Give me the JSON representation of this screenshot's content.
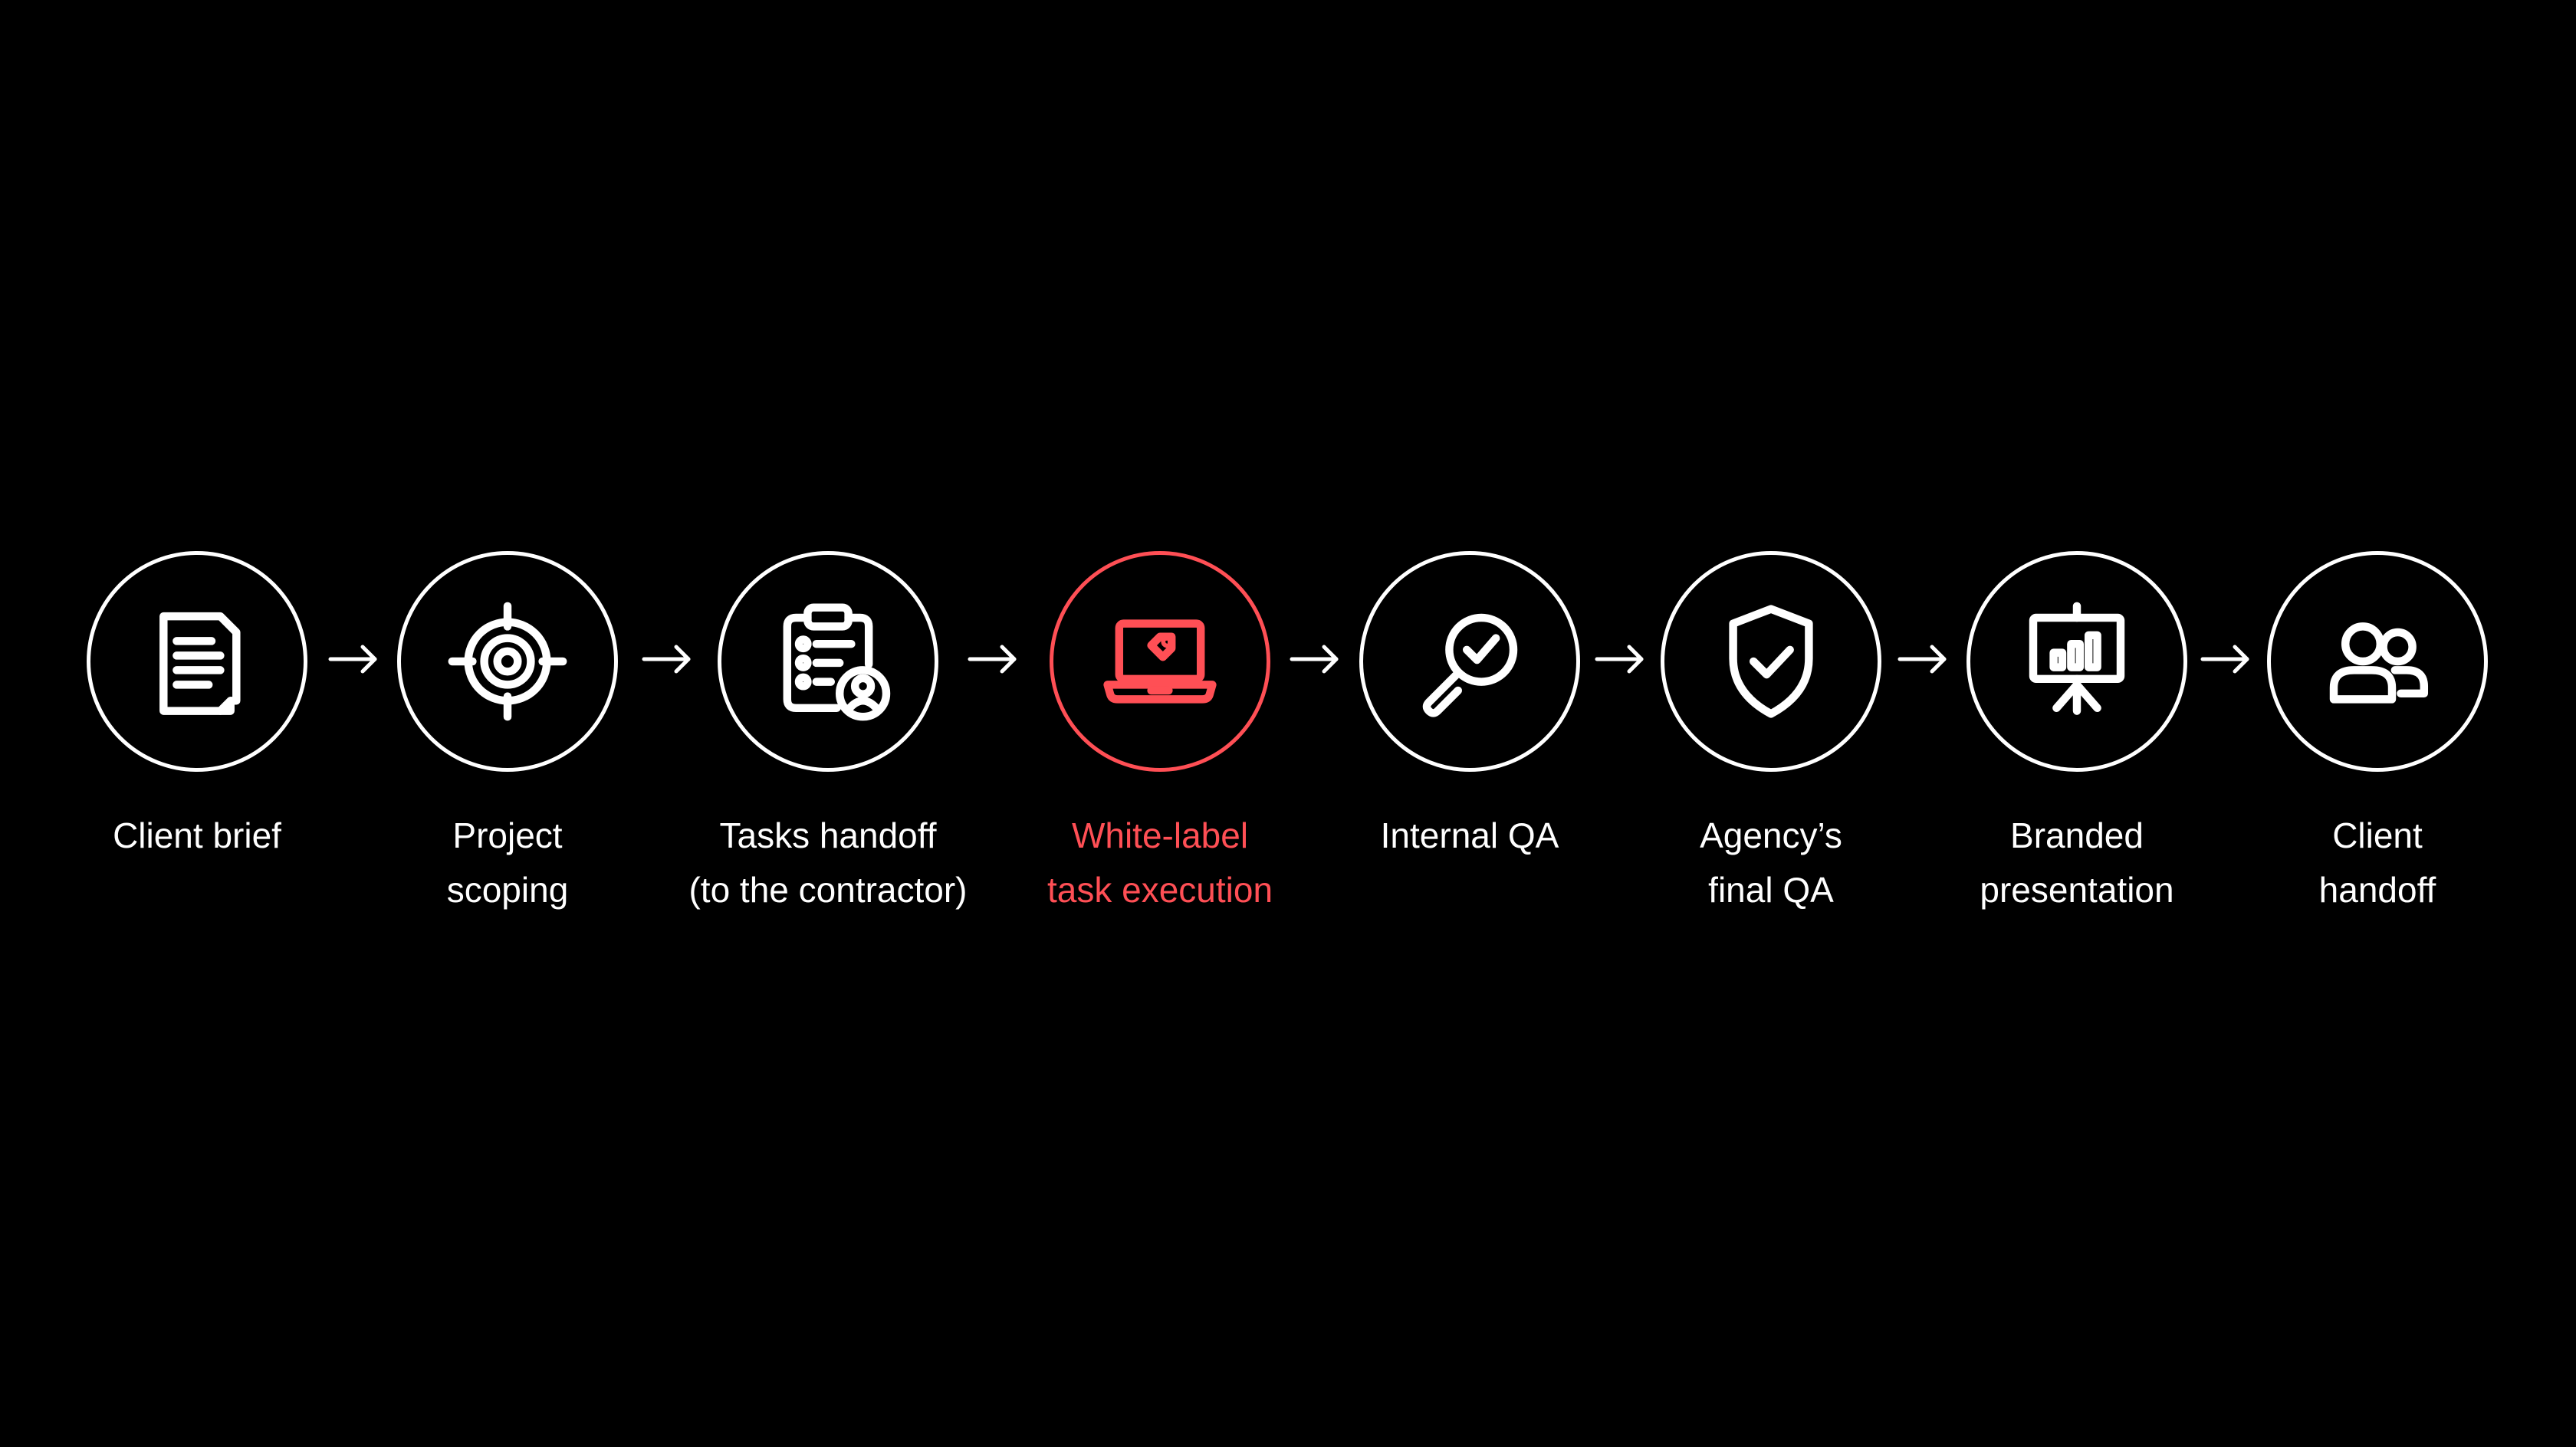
{
  "accent_color": "#ff4f55",
  "steps": [
    {
      "icon": "document-icon",
      "lines": [
        "Client brief"
      ]
    },
    {
      "icon": "target-icon",
      "lines": [
        "Project",
        "scoping"
      ]
    },
    {
      "icon": "clipboard-user-icon",
      "lines": [
        "Tasks handoff",
        "(to the contractor)"
      ]
    },
    {
      "icon": "laptop-tag-icon",
      "lines": [
        "White-label",
        "task execution"
      ],
      "highlighted": true
    },
    {
      "icon": "magnifier-check-icon",
      "lines": [
        "Internal QA"
      ]
    },
    {
      "icon": "shield-check-icon",
      "lines": [
        "Agency’s",
        "final QA"
      ]
    },
    {
      "icon": "presentation-board-icon",
      "lines": [
        "Branded",
        "presentation"
      ]
    },
    {
      "icon": "users-icon",
      "lines": [
        "Client",
        "handoff"
      ]
    }
  ]
}
